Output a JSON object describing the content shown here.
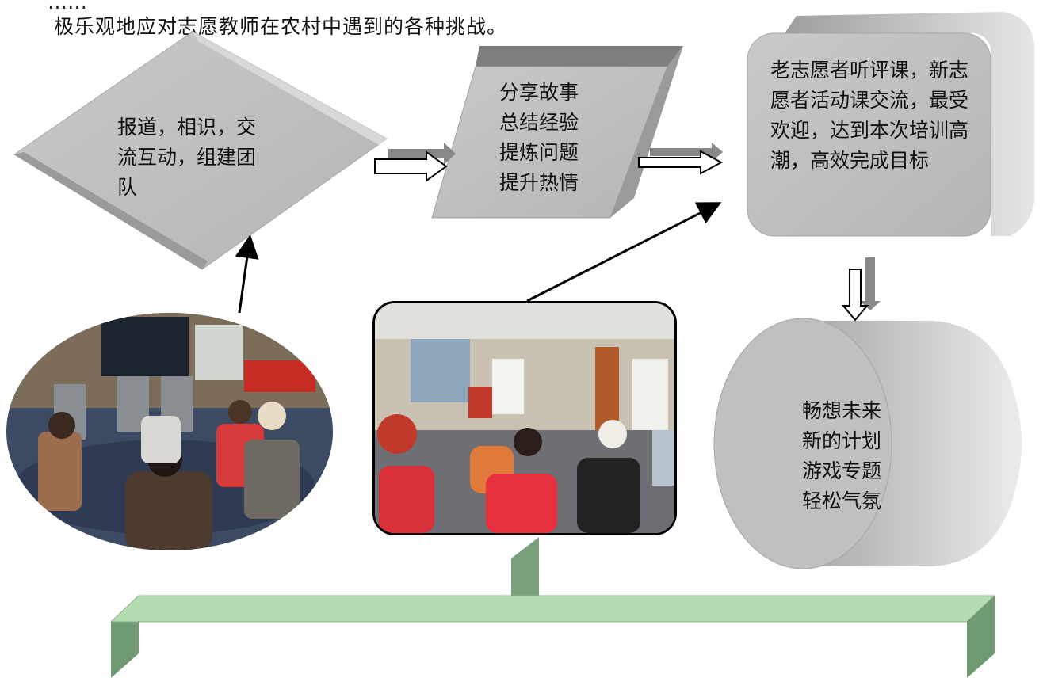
{
  "intro": {
    "line_partial": "……",
    "line2": "极乐观地应对志愿教师在农村中遇到的各种挑战。"
  },
  "steps": {
    "step1": {
      "lines": [
        "报道，相识，交",
        "流互动，组建团",
        "队"
      ]
    },
    "step2": {
      "lines": [
        "分享故事",
        "总结经验",
        "提炼问题",
        "提升热情"
      ]
    },
    "step3": {
      "lines": [
        "老志愿者听评课，新志",
        "愿者活动课交流，最受",
        "欢迎，达到本次培训高",
        "潮，高效完成目标"
      ]
    },
    "step4": {
      "lines": [
        "畅想未来",
        "新的计划",
        "游戏专题",
        "轻松气氛"
      ]
    }
  },
  "colors": {
    "shape_gray": "#bdbdbd",
    "shape_dark": "#8c8c8c",
    "bar_green": "#b3ddb0",
    "bar_green_dark": "#6f9a72",
    "arrow_gray": "#7a7a7a"
  }
}
